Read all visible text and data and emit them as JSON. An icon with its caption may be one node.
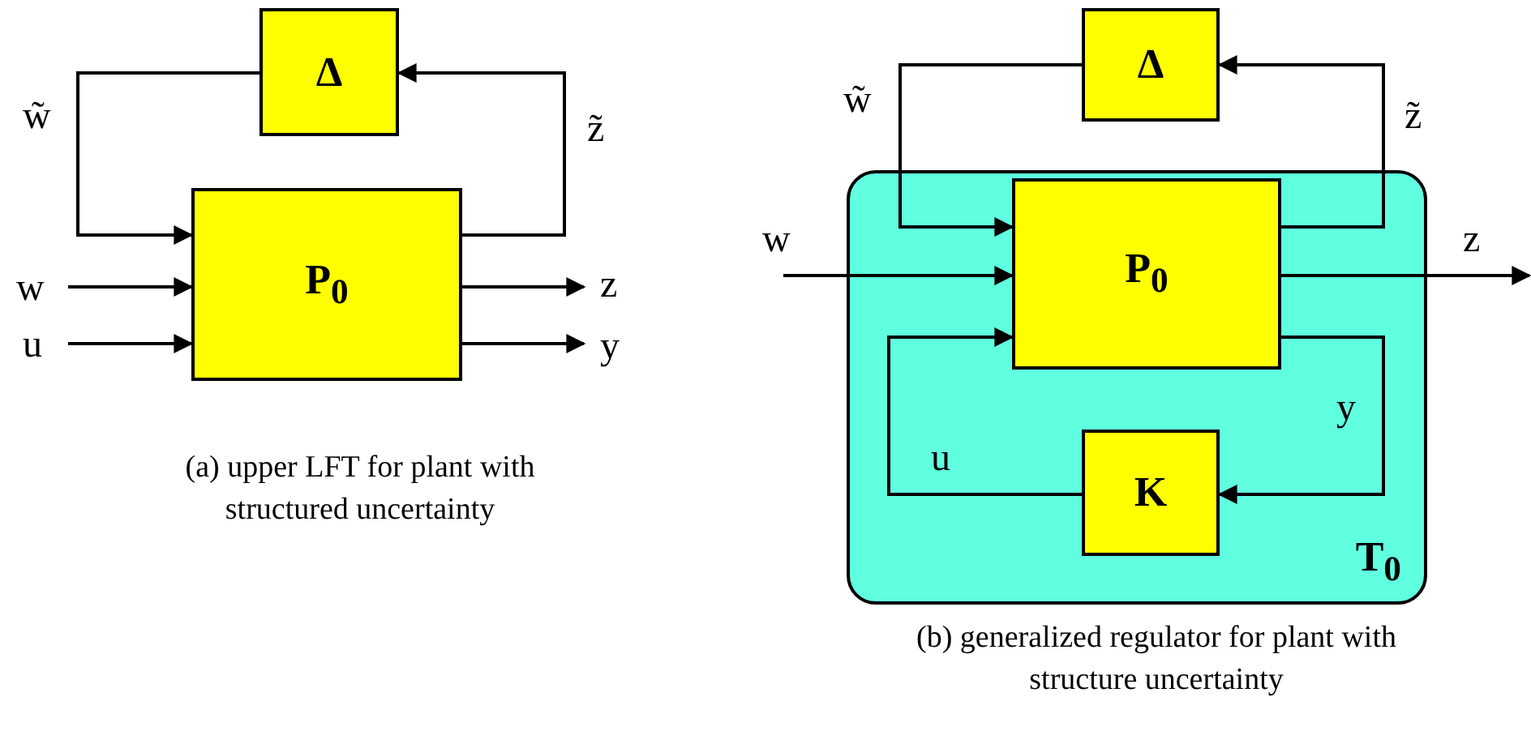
{
  "diagram": {
    "nodes": [
      {
        "text": [
          "Δ"
        ]
      },
      {
        "text": [
          "P$_{0}$"
        ]
      },
      {
        "text": [
          "T$_{0}$"
        ]
      },
      {
        "text": [
          "Δ"
        ]
      },
      {
        "text": [
          "P$_{0}$"
        ],
        "in": 2
      },
      {
        "text": [
          "K"
        ],
        "in": 2
      }
    ],
    "edges": [
      {
        "from": 0,
        "to": 1,
        "arrow": "to",
        "label": "w̃"
      },
      {
        "from": 1,
        "to": 0,
        "arrow": "to",
        "label": "z̃"
      },
      {
        "from": null,
        "to": 1,
        "arrow": "to",
        "label": "w"
      },
      {
        "from": null,
        "to": 1,
        "arrow": "to",
        "label": "u"
      },
      {
        "from": 1,
        "to": null,
        "arrow": "to",
        "label": "z"
      },
      {
        "from": 1,
        "to": null,
        "arrow": "to",
        "label": "y"
      },
      {
        "from": 3,
        "to": 4,
        "arrow": "to",
        "label": "w̃"
      },
      {
        "from": 4,
        "to": 3,
        "arrow": "to",
        "label": "z̃"
      },
      {
        "from": null,
        "to": 4,
        "arrow": "to",
        "label": "w"
      },
      {
        "from": 4,
        "to": null,
        "arrow": "to",
        "label": "z"
      },
      {
        "from": 4,
        "to": 5,
        "arrow": "to",
        "label": "y"
      },
      {
        "from": 5,
        "to": 4,
        "arrow": "to",
        "label": "u"
      }
    ],
    "labels": [
      "(a) upper LFT for plant with structured uncertainty",
      "(b) generalized regulator for plant with structure uncertainty"
    ]
  }
}
